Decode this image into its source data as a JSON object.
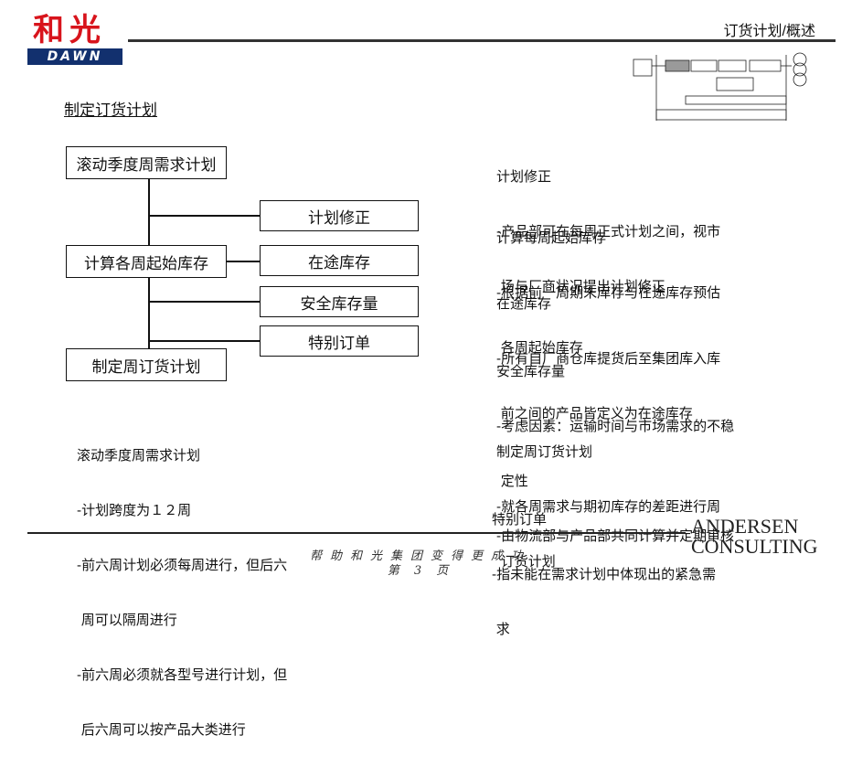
{
  "header": {
    "logo_cn": "和光",
    "logo_en": "DAWN",
    "title": "订货计划/概述"
  },
  "section_title": "制定订货计划",
  "flow": {
    "boxes": {
      "rolling": "滚动季度周需求计划",
      "start_inventory": "计算各周起始库存",
      "weekly_plan": "制定周订货计划",
      "revision": "计划修正",
      "in_transit": "在途库存",
      "safety_stock": "安全库存量",
      "special_order": "特别订单"
    }
  },
  "left_notes": {
    "title": "滚动季度周需求计划",
    "lines": [
      "-计划跨度为１２周",
      "-前六周计划必须每周进行，但后六",
      " 周可以隔周进行",
      "-前六周必须就各型号进行计划，但",
      " 后六周可以按产品大类进行"
    ]
  },
  "right_notes": [
    {
      "title": "计划修正",
      "lines": [
        "-产品部可在每周正式计划之间，视市",
        " 场与厂商状况提出计划修正"
      ]
    },
    {
      "title": "计算每周起始库存",
      "lines": [
        "-根据前一周期末库存与在途库存预估",
        " 各周起始库存"
      ]
    },
    {
      "title": "在途库存",
      "lines": [
        "-所有自厂商仓库提货后至集团库入库",
        " 前之间的产品皆定义为在途库存"
      ]
    },
    {
      "title": "安全库存量",
      "lines": [
        "-考虑因素：运输时间与市场需求的不稳",
        " 定性",
        "-由物流部与产品部共同计算并定期审核"
      ]
    },
    {
      "title": "制定周订货计划",
      "lines": [
        "-就各周需求与期初库存的差距进行周",
        " 订货计划"
      ]
    },
    {
      "title": "特别订单",
      "lines": [
        "-指未能在需求计划中体现出的紧急需",
        " 求"
      ]
    }
  ],
  "footer": {
    "motto": "帮助和光集团变得更成功",
    "page": "第 3 页",
    "brand_line1": "ANDERSEN",
    "brand_line2": "CONSULTING"
  }
}
